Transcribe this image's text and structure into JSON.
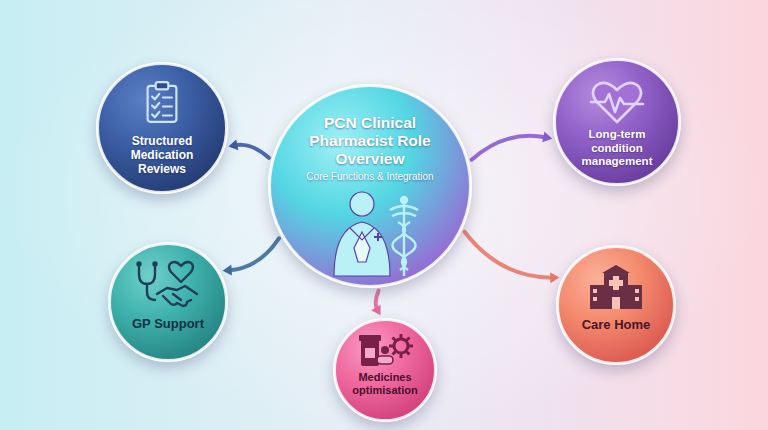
{
  "diagram": {
    "nodes": [
      {
        "text": [
          "PCN Clinical Pharmacist Role Overview",
          "Core Functions & Integration"
        ]
      },
      {
        "text": [
          "Structured Medication Reviews"
        ]
      },
      {
        "text": [
          "Long-term condition management"
        ]
      },
      {
        "text": [
          "GP Support"
        ]
      },
      {
        "text": [
          "Care Home"
        ]
      },
      {
        "text": [
          "Medicines optimisation"
        ]
      }
    ],
    "edges": [
      {
        "from": 0,
        "to": 1,
        "arrow": "to"
      },
      {
        "from": 0,
        "to": 2,
        "arrow": "to"
      },
      {
        "from": 0,
        "to": 3,
        "arrow": "to"
      },
      {
        "from": 0,
        "to": 4,
        "arrow": "to"
      },
      {
        "from": 0,
        "to": 5,
        "arrow": "to"
      }
    ]
  }
}
